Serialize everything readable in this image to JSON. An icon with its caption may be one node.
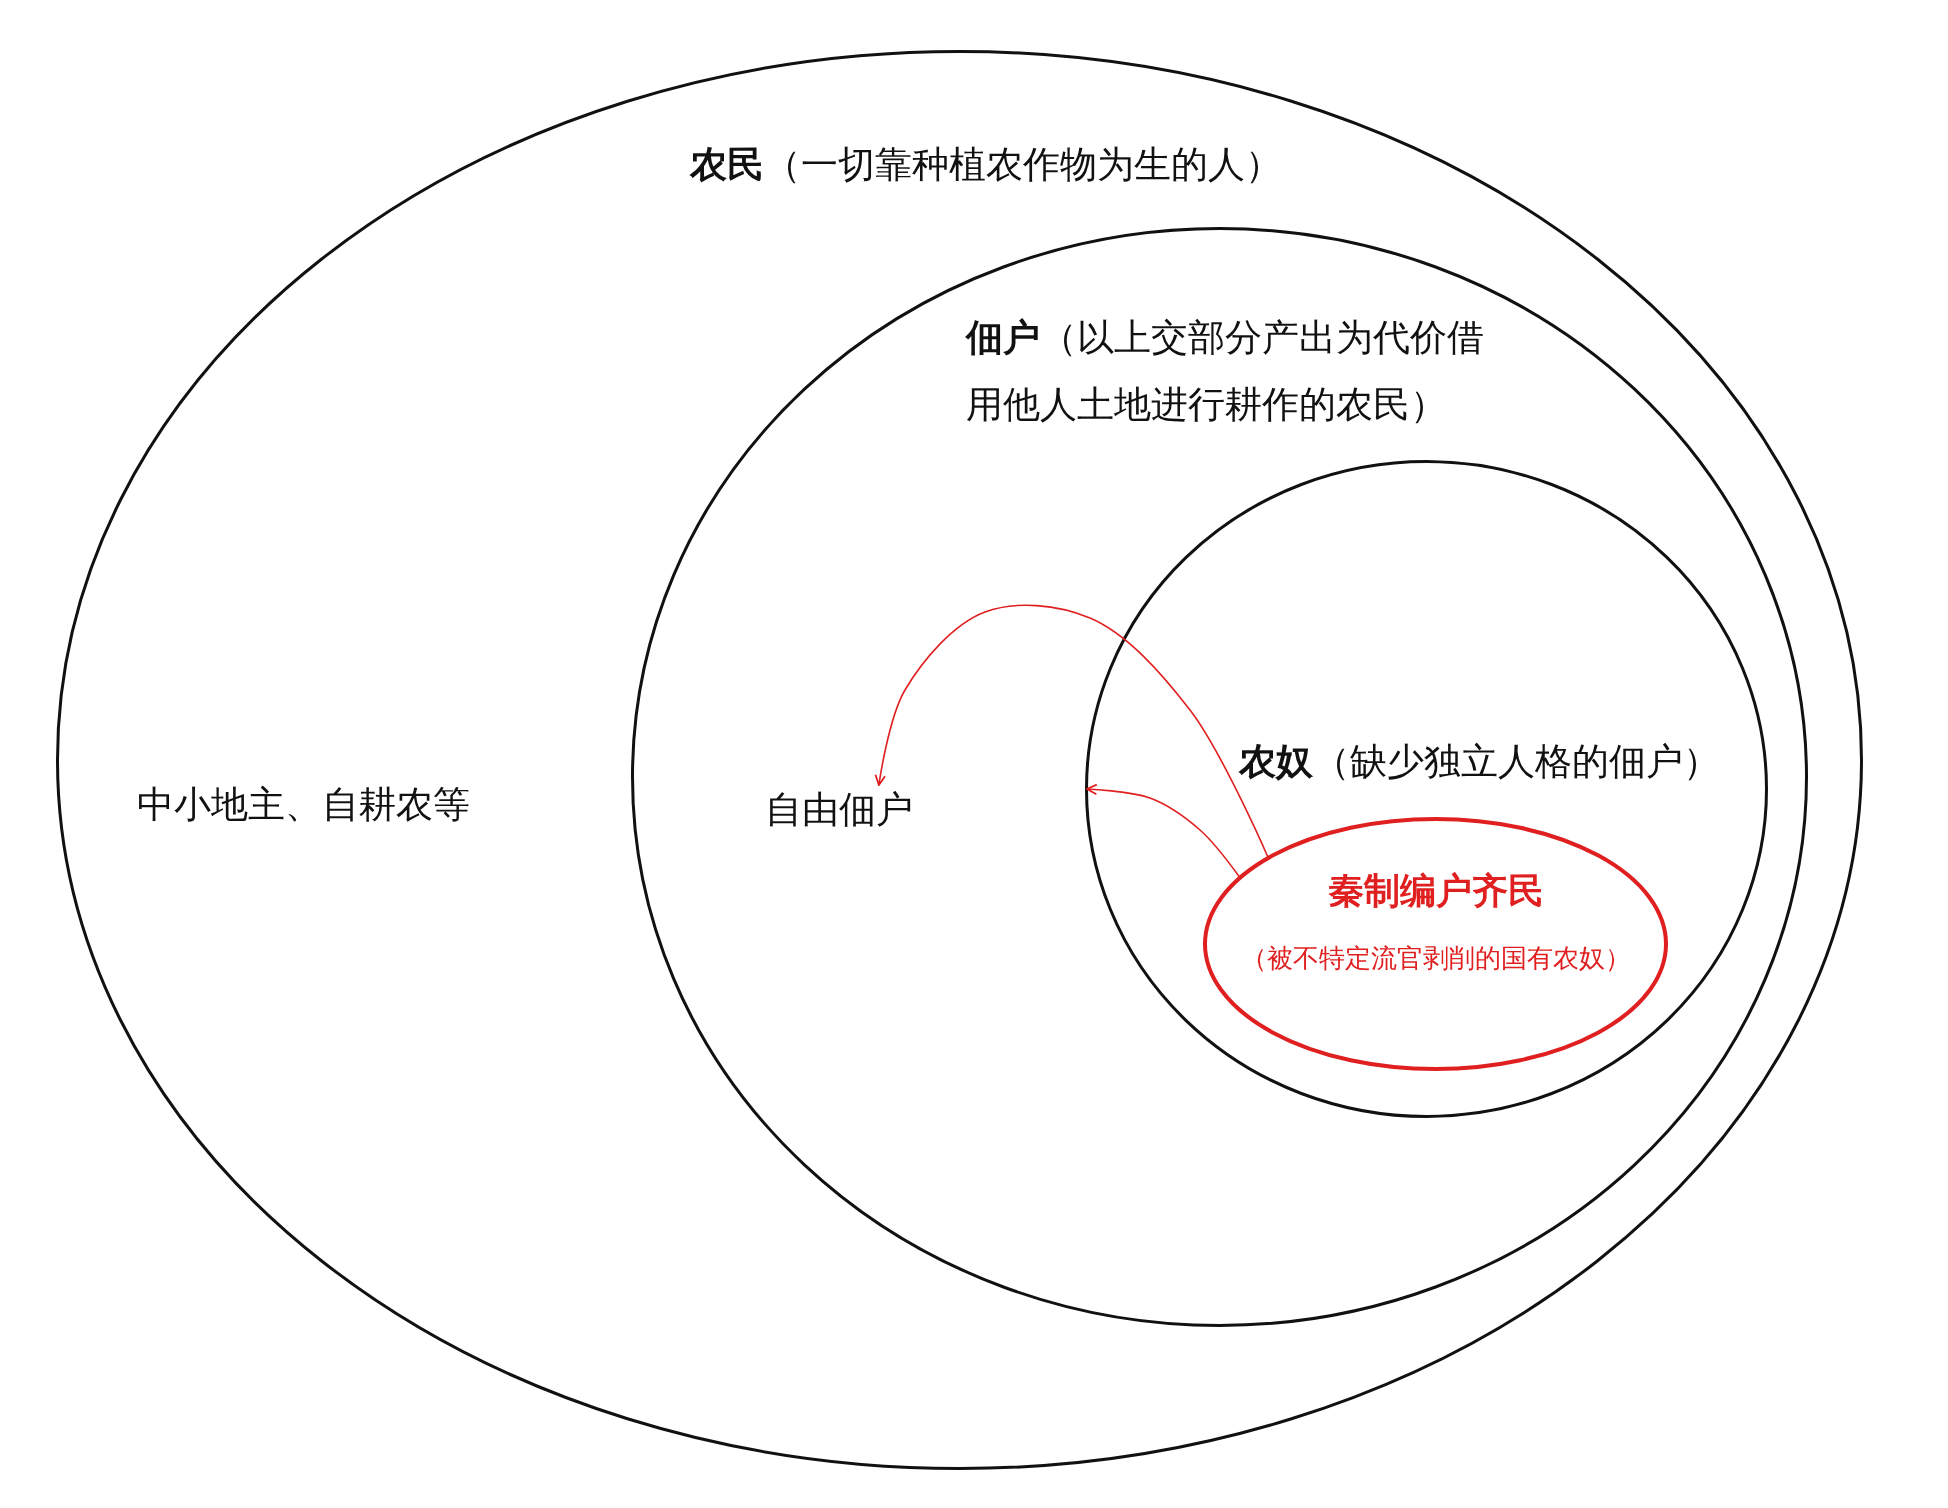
{
  "diagram": {
    "nodes": [
      {
        "text": [
          "**农民**（一切靠种植农作物为生的人）"
        ]
      },
      {
        "text": [
          "**佃户**（以上交部分产出为代价借用他人土地进行耕作的农民）"
        ],
        "in": 0
      },
      {
        "text": [
          "**农奴**（缺少独立人格的佃户）"
        ],
        "in": 1
      },
      {
        "text": [
          "秦制编户齐民",
          "（被不特定流官剥削的国有农奴）"
        ],
        "in": 2
      },
      {
        "text": [
          "自由佃户"
        ],
        "in": 1
      }
    ],
    "edges": [
      {
        "from": 3,
        "to": 4,
        "arrow": "to",
        "color": "#e02020"
      },
      {
        "from": 3,
        "to": 2,
        "arrow": "to",
        "color": "#e02020"
      }
    ],
    "labels": [
      "中小地主、自耕农等"
    ]
  }
}
